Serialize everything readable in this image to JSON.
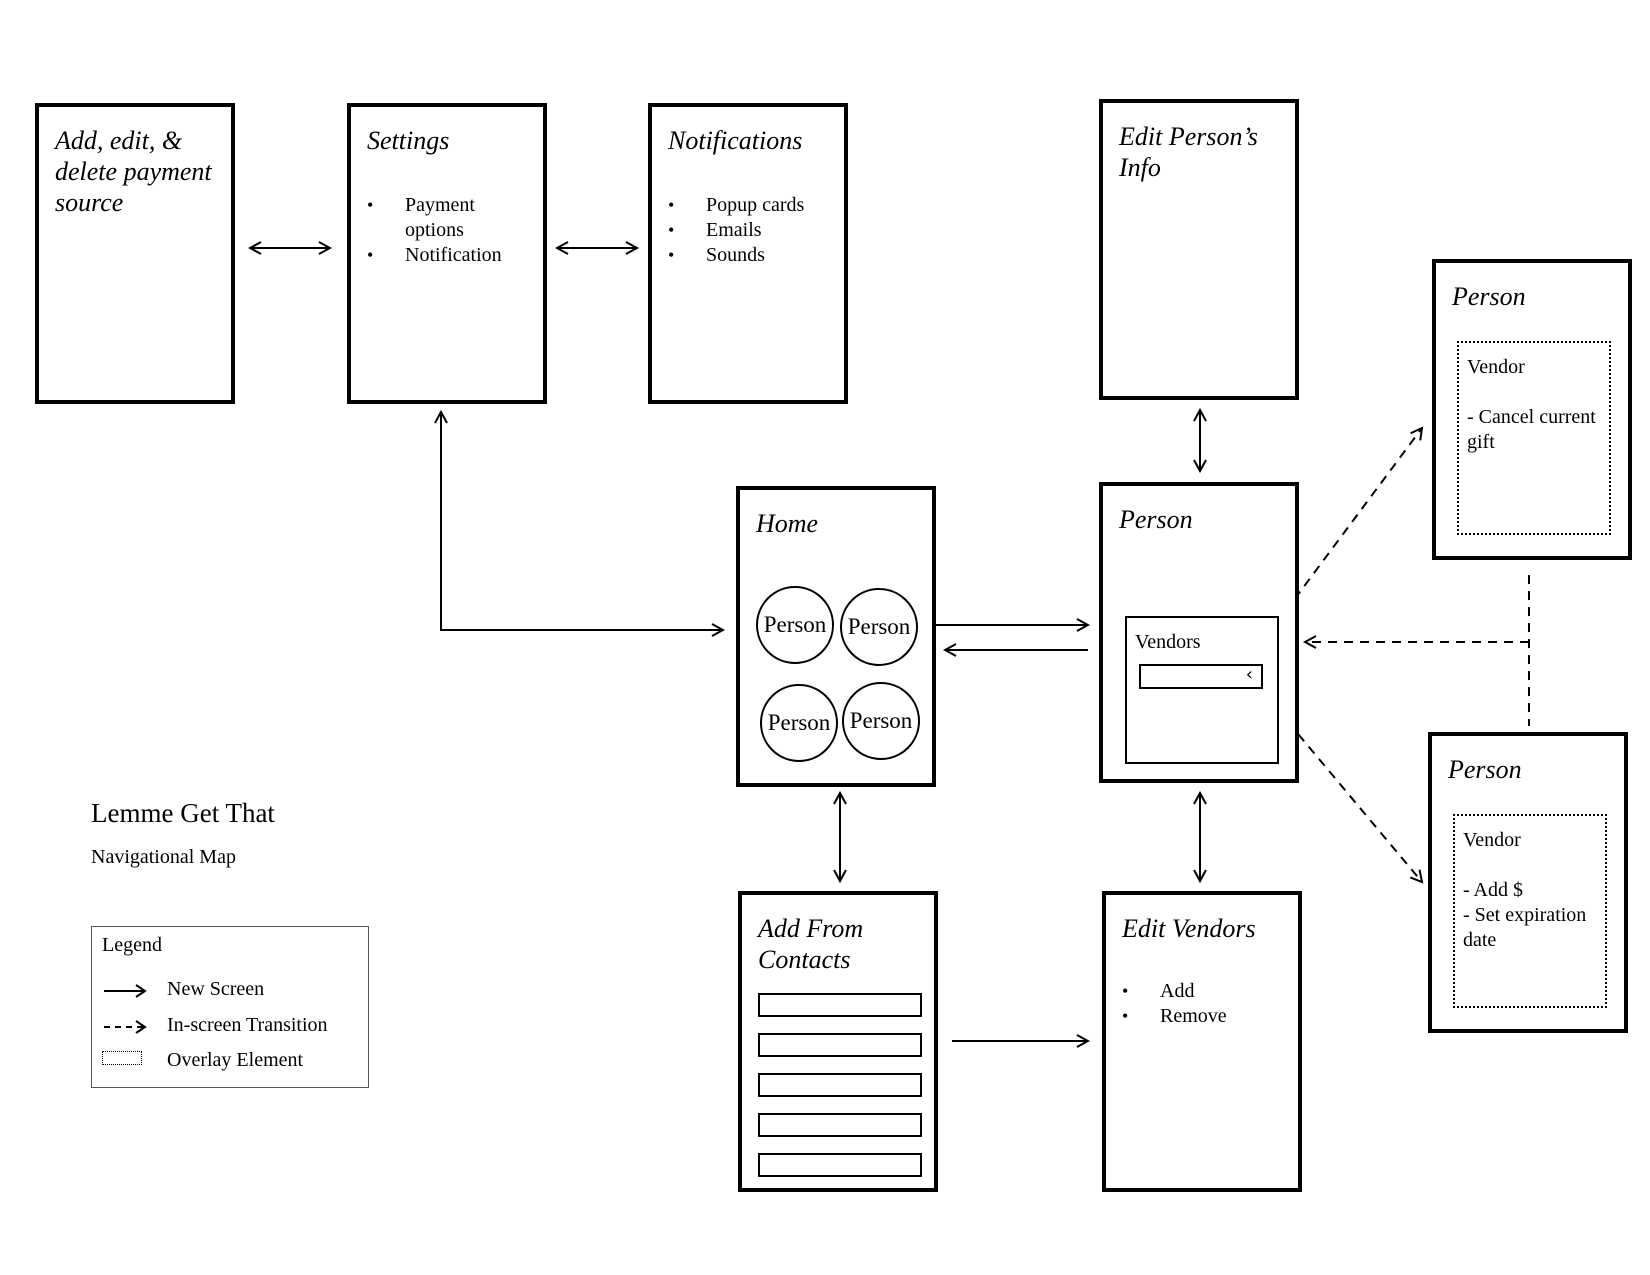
{
  "map": {
    "title": "Lemme Get That",
    "subtitle": "Navigational Map"
  },
  "legend": {
    "title": "Legend",
    "items": [
      {
        "label": "New Screen",
        "style": "solid-arrow"
      },
      {
        "label": "In-screen Transition",
        "style": "dashed-arrow"
      },
      {
        "label": "Overlay Element",
        "style": "dotted-box"
      }
    ]
  },
  "screens": {
    "payment": {
      "title": "Add, edit, &\ndelete payment\nsource"
    },
    "settings": {
      "title": "Settings",
      "items": [
        "Payment\noptions",
        "Notification"
      ]
    },
    "notifications": {
      "title": "Notifications",
      "items": [
        "Popup cards",
        "Emails",
        "Sounds"
      ]
    },
    "edit_person_info": {
      "title": "Edit Person’s Info"
    },
    "home": {
      "title": "Home",
      "people": [
        "Person",
        "Person",
        "Person",
        "Person"
      ]
    },
    "person": {
      "title": "Person",
      "vendors_label": "Vendors"
    },
    "person_cancel": {
      "title": "Person",
      "overlay_heading": "Vendor",
      "overlay_text": "- Cancel current\n  gift"
    },
    "person_add": {
      "title": "Person",
      "overlay_heading": "Vendor",
      "overlay_text": "- Add $\n- Set expiration\n   date"
    },
    "add_contacts": {
      "title": "Add From\nContacts"
    },
    "edit_vendors": {
      "title": "Edit Vendors",
      "items": [
        "Add",
        "Remove"
      ]
    }
  }
}
